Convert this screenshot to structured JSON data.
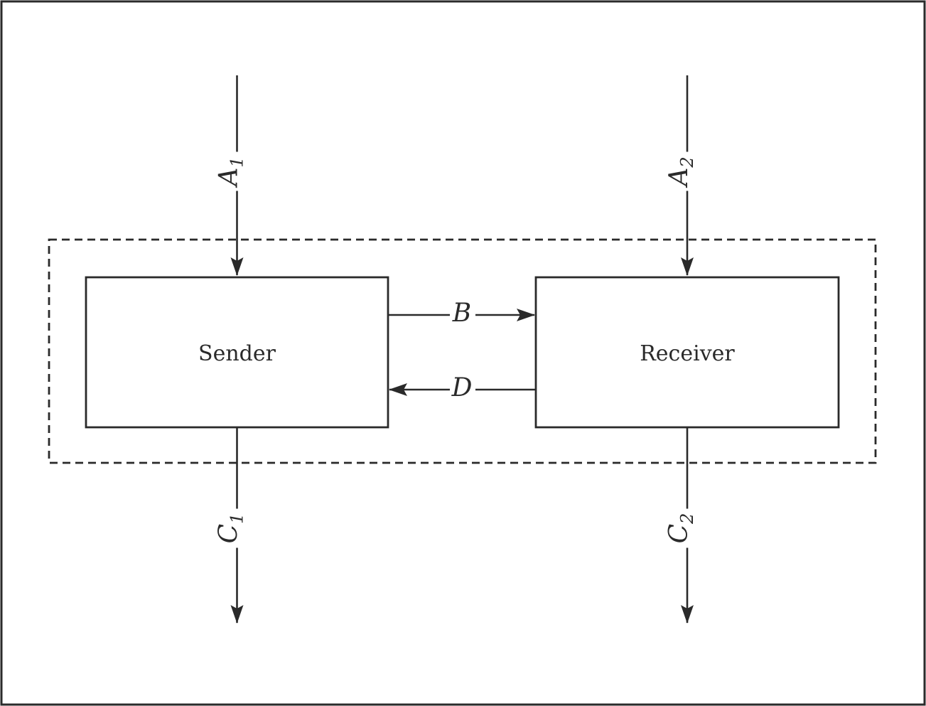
{
  "diagram": {
    "colors": {
      "ink": "#2a2a2a",
      "background": "#ffffff"
    },
    "nodes": {
      "sender": {
        "label": "Sender"
      },
      "receiver": {
        "label": "Receiver"
      }
    },
    "arrows": {
      "a1": {
        "base": "A",
        "sub": "1"
      },
      "a2": {
        "base": "A",
        "sub": "2"
      },
      "b": {
        "label": "B"
      },
      "d": {
        "label": "D"
      },
      "c1": {
        "base": "C",
        "sub": "1"
      },
      "c2": {
        "base": "C",
        "sub": "2"
      }
    }
  }
}
